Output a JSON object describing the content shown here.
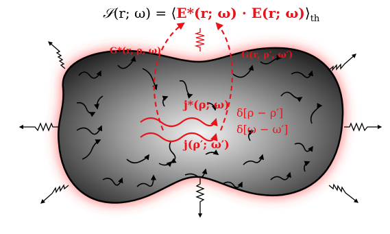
{
  "equation": {
    "S": "𝒮",
    "args": "(r; ω) = ⟨",
    "E_star": "E*(r; ω) · E(r; ω)",
    "close": "⟩",
    "sub": "th"
  },
  "labels": {
    "G_star": "G*(r, ρ, ω)",
    "G": "G(r, ρ′, ω′)",
    "j_star": "j*(ρ; ω)",
    "j": "j(ρ′; ω′)",
    "delta_rho": "δ[ρ − ρ′]",
    "delta_omega": "δ[ω − ω′]"
  },
  "colors": {
    "accent": "#e8141b",
    "outline": "#000000",
    "glow": "#ff3b3b",
    "body_light": "#f0f0f0",
    "body_dark": "#2a2a2a"
  },
  "icons": {
    "emitted_wave": "wavy-arrow-icon",
    "thermal_current": "squiggle-arrow-icon"
  }
}
